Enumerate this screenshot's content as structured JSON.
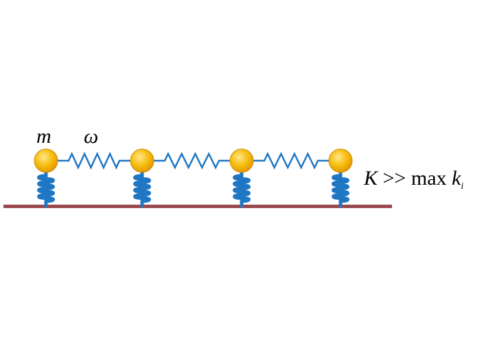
{
  "labels": {
    "mass": "m",
    "coupling": "ω",
    "K": "K",
    "gg": " >> ",
    "max": "max",
    "k": "k",
    "sub_i": "i"
  },
  "colors": {
    "mass_fill": "#f5b800",
    "mass_stroke": "#d08a00",
    "spring": "#1f77c4",
    "ground": "#9a4a4f"
  },
  "masses": [
    {
      "name": "mass-1"
    },
    {
      "name": "mass-2"
    },
    {
      "name": "mass-3"
    },
    {
      "name": "mass-4"
    }
  ]
}
